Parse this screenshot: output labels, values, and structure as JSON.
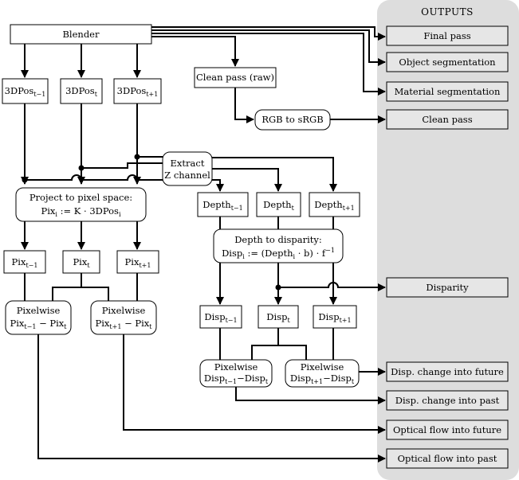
{
  "outputs_title": "OUTPUTS",
  "nodes": {
    "blender": "Blender",
    "clean_raw": "Clean pass (raw)",
    "rgb_to_srgb": "RGB to sRGB",
    "pos_prev": {
      "base": "3DPos",
      "sub": "t−1"
    },
    "pos_cur": {
      "base": "3DPos",
      "sub": "t"
    },
    "pos_next": {
      "base": "3DPos",
      "sub": "t+1"
    },
    "extract_z": [
      "Extract",
      "Z channel"
    ],
    "project": {
      "line1": "Project to pixel space:",
      "line2_a": "Pix",
      "line2_sub": "i",
      "line2_b": " := K · 3DPos",
      "line2_sub2": "i"
    },
    "depth_prev": {
      "base": "Depth",
      "sub": "t−1"
    },
    "depth_cur": {
      "base": "Depth",
      "sub": "t"
    },
    "depth_next": {
      "base": "Depth",
      "sub": "t+1"
    },
    "depth_to_disp": {
      "line1": "Depth to disparity:",
      "a": "Disp",
      "a_sub": "i",
      "b": " := (Depth",
      "b_sub": "i",
      "c": " · b) · f",
      "c_sup": "−1"
    },
    "pix_prev": {
      "base": "Pix",
      "sub": "t−1"
    },
    "pix_cur": {
      "base": "Pix",
      "sub": "t"
    },
    "pix_next": {
      "base": "Pix",
      "sub": "t+1"
    },
    "pw_pix_past": {
      "line1": "Pixelwise",
      "a": "Pix",
      "a_sub": "t−1",
      "b": " − Pix",
      "b_sub": "t"
    },
    "pw_pix_future": {
      "line1": "Pixelwise",
      "a": "Pix",
      "a_sub": "t+1",
      "b": " − Pix",
      "b_sub": "t"
    },
    "disp_prev": {
      "base": "Disp",
      "sub": "t−1"
    },
    "disp_cur": {
      "base": "Disp",
      "sub": "t"
    },
    "disp_next": {
      "base": "Disp",
      "sub": "t+1"
    },
    "pw_disp_past": {
      "line1": "Pixelwise",
      "a": "Disp",
      "a_sub": "t−1",
      "b": "−Disp",
      "b_sub": "t"
    },
    "pw_disp_future": {
      "line1": "Pixelwise",
      "a": "Disp",
      "a_sub": "t+1",
      "b": "−Disp",
      "b_sub": "t"
    }
  },
  "outputs": {
    "final_pass": "Final pass",
    "object_seg": "Object segmentation",
    "material_seg": "Material segmentation",
    "clean_pass": "Clean pass",
    "disparity": "Disparity",
    "disp_future": "Disp. change into future",
    "disp_past": "Disp. change into past",
    "flow_future": "Optical flow into future",
    "flow_past": "Optical flow into past"
  },
  "colors": {
    "panel": "#dddddd",
    "output_box": "#e6e6e6",
    "stroke": "#000000"
  }
}
